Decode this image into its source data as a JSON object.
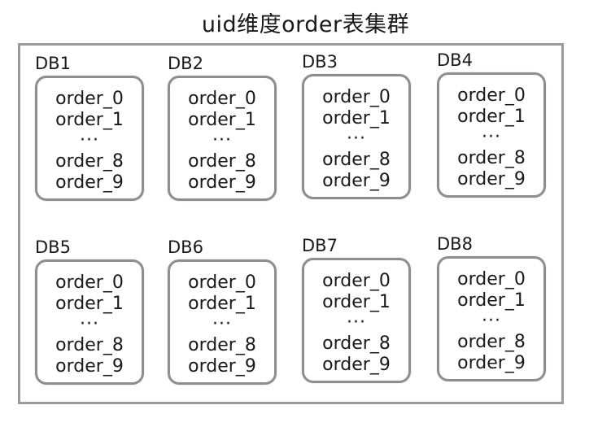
{
  "title": "uid维度order表集群",
  "databases": [
    {
      "label": "DB1",
      "tables": [
        "order_0",
        "order_1",
        "···",
        "order_8",
        "order_9"
      ]
    },
    {
      "label": "DB2",
      "tables": [
        "order_0",
        "order_1",
        "···",
        "order_8",
        "order_9"
      ]
    },
    {
      "label": "DB3",
      "tables": [
        "order_0",
        "order_1",
        "···",
        "order_8",
        "order_9"
      ]
    },
    {
      "label": "DB4",
      "tables": [
        "order_0",
        "order_1",
        "···",
        "order_8",
        "order_9"
      ]
    },
    {
      "label": "DB5",
      "tables": [
        "order_0",
        "order_1",
        "···",
        "order_8",
        "order_9"
      ]
    },
    {
      "label": "DB6",
      "tables": [
        "order_0",
        "order_1",
        "···",
        "order_8",
        "order_9"
      ]
    },
    {
      "label": "DB7",
      "tables": [
        "order_0",
        "order_1",
        "···",
        "order_8",
        "order_9"
      ]
    },
    {
      "label": "DB8",
      "tables": [
        "order_0",
        "order_1",
        "···",
        "order_8",
        "order_9"
      ]
    }
  ]
}
